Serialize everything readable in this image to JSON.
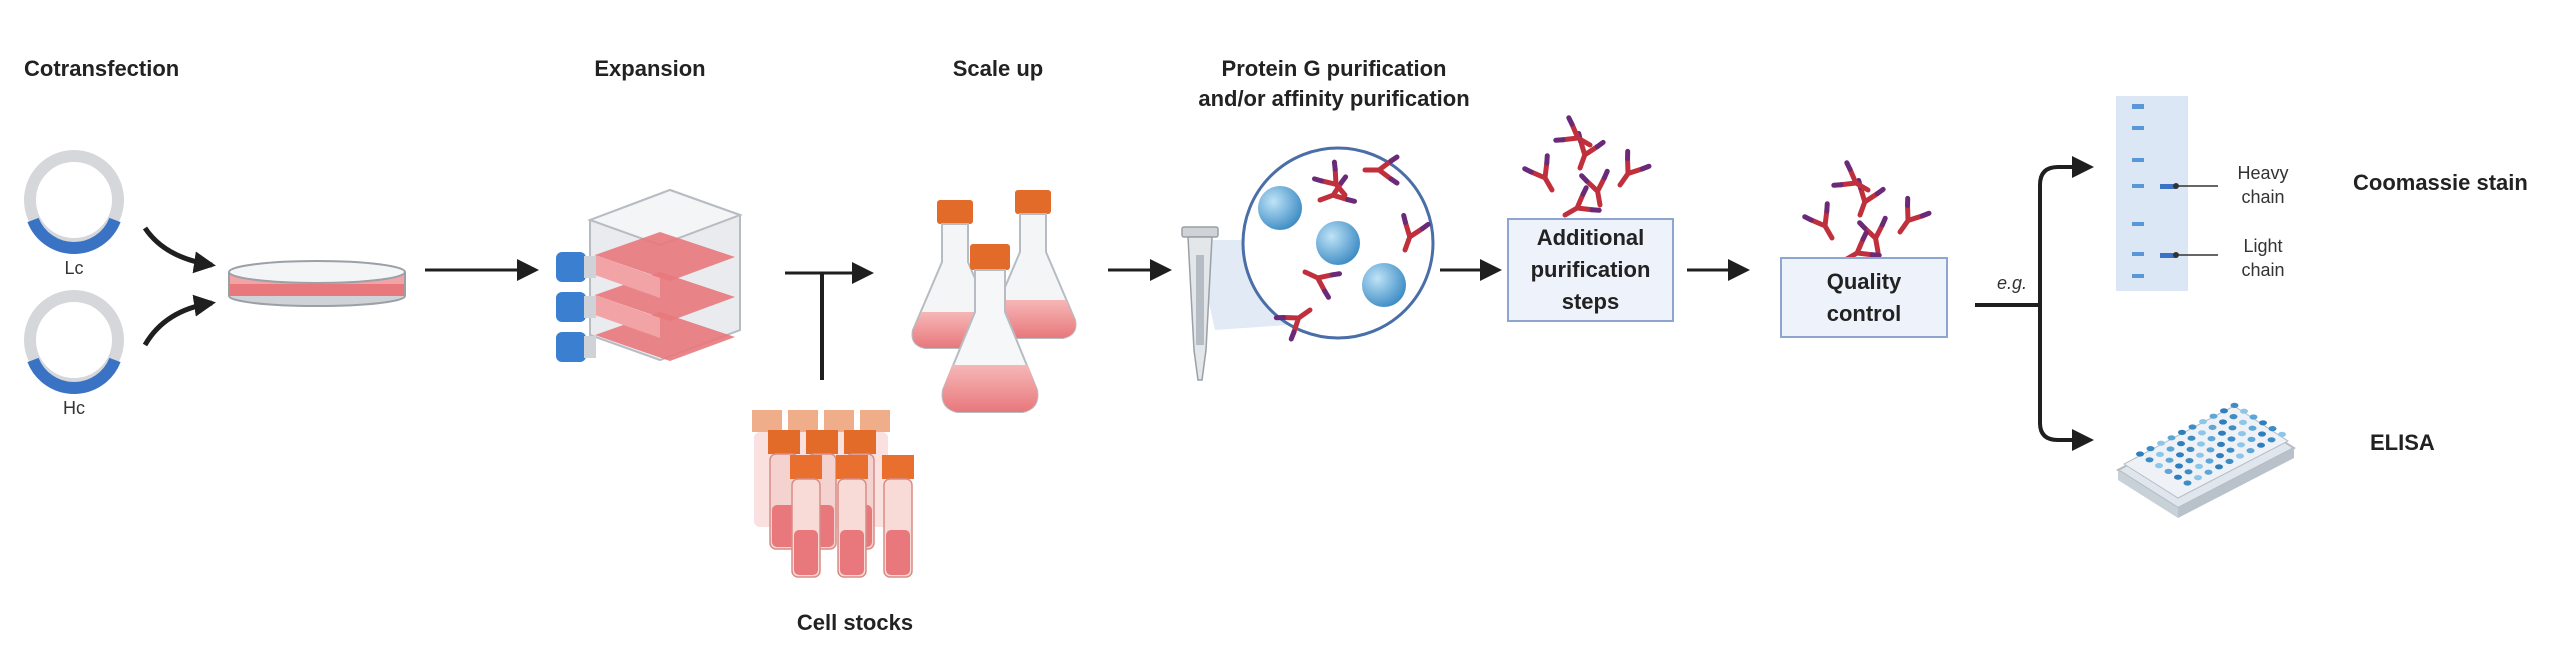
{
  "stages": {
    "cotransfection": "Cotransfection",
    "expansion": "Expansion",
    "scale_up": "Scale up",
    "purification_line1": "Protein G purification",
    "purification_line2": "and/or affinity purification",
    "cell_stocks": "Cell stocks"
  },
  "plasmids": {
    "lc": "Lc",
    "hc": "Hc"
  },
  "boxes": {
    "additional": "Additional\npurification\nsteps",
    "quality": "Quality\ncontrol"
  },
  "branch_note": "e.g.",
  "gel": {
    "heavy": "Heavy\nchain",
    "light": "Light\nchain"
  },
  "outcomes": {
    "coomassie": "Coomassie stain",
    "elisa": "ELISA"
  },
  "colors": {
    "arrow": "#1f1f1f",
    "plasmid_ring": "#d5d7db",
    "plasmid_arc": "#3a73c4",
    "media_pink": "#e8787c",
    "cap_blue": "#3a7fd0",
    "cap_orange": "#e26b2a",
    "box_fill": "#eef3fb",
    "box_border": "#8ea6cf",
    "bead_blue": "#5ca7d8",
    "antibody_red": "#c0303c",
    "antibody_purple": "#6a2a78"
  }
}
